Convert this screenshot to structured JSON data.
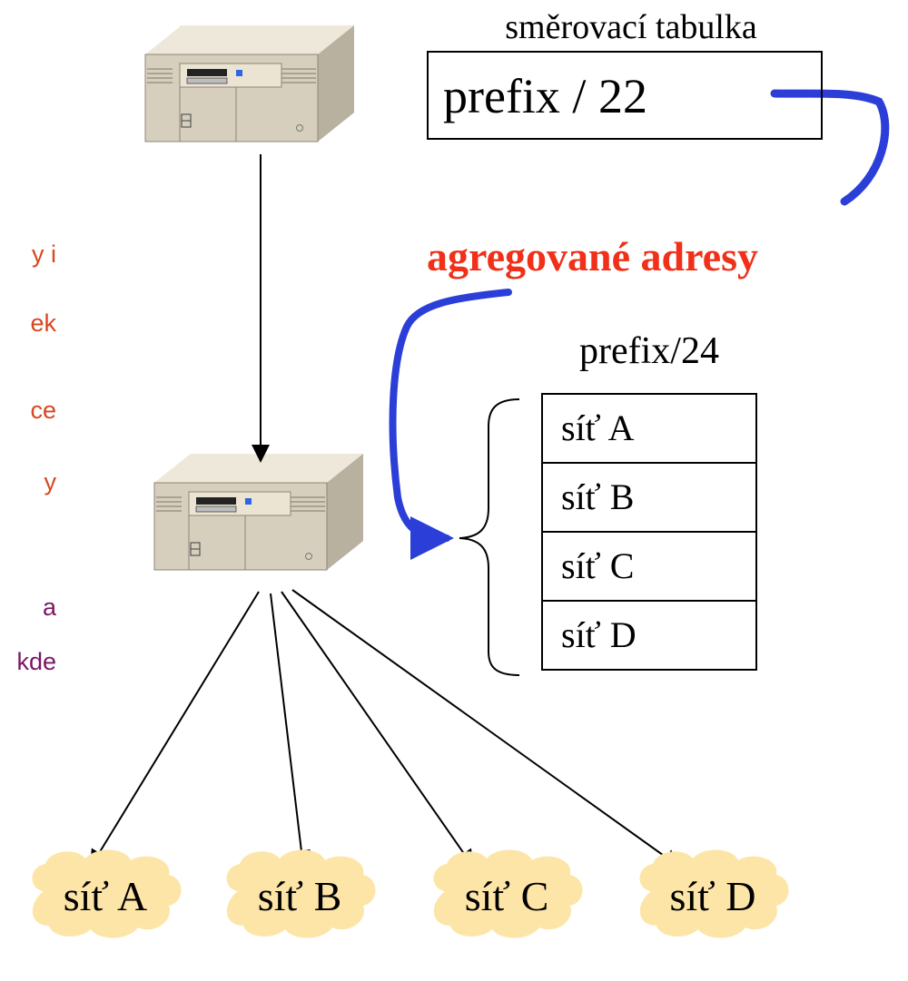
{
  "routing_table": {
    "caption": "směrovací tabulka",
    "entry": "prefix / 22"
  },
  "aggregation_label": "agregované adresy",
  "prefix_table": {
    "caption": "prefix/24",
    "rows": [
      "síť A",
      "síť B",
      "síť C",
      "síť D"
    ]
  },
  "left_text_fragments": [
    {
      "text": "y i",
      "color": "#d8461e"
    },
    {
      "text": "ek",
      "color": "#d8461e"
    },
    {
      "text": "ce",
      "color": "#d8461e"
    },
    {
      "text": "y",
      "color": "#d8461e"
    },
    {
      "text": "a",
      "color": "#7a1666"
    },
    {
      "text": "kde",
      "color": "#7a1666"
    }
  ],
  "networks": [
    "síť A",
    "síť B",
    "síť C",
    "síť D"
  ],
  "colors": {
    "aggregation_text": "#f03018",
    "curve_arrow": "#2b3ed8",
    "cloud_fill": "#fde5a8",
    "router_body": "#e0d9c8"
  },
  "icons": {
    "router": "router-icon",
    "cloud": "cloud-icon",
    "brace": "curly-brace-icon"
  }
}
